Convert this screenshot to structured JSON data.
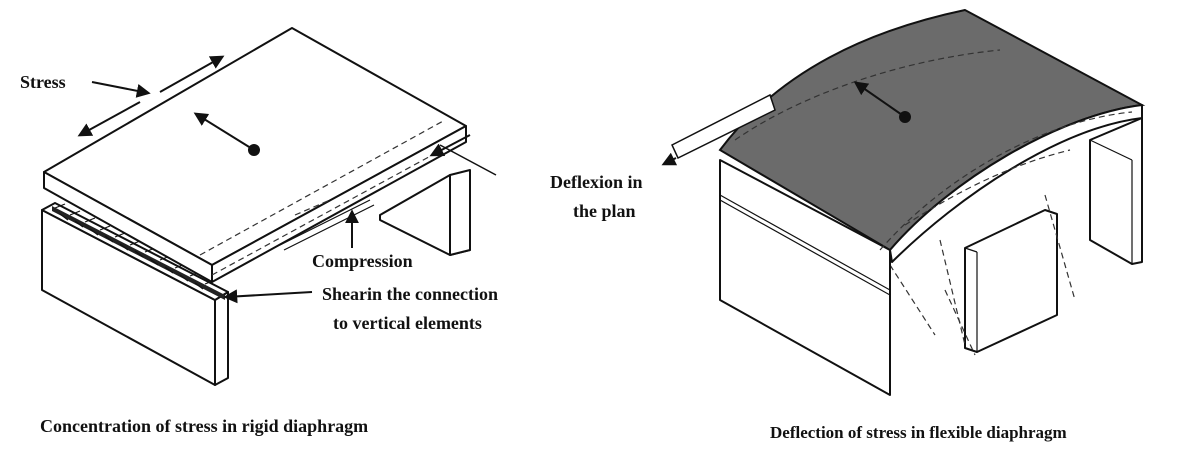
{
  "left_figure": {
    "labels": {
      "stress": "Stress",
      "compression": "Compression",
      "shear_line1": "Shearin the connection",
      "shear_line2": "to vertical elements"
    },
    "caption": "Concentration of stress in rigid diaphragm"
  },
  "right_figure": {
    "labels": {
      "deflexion_line1": "Deflexion in",
      "deflexion_line2": "the plan"
    },
    "caption": "Deflection of stress in flexible diaphragm"
  },
  "colors": {
    "ink": "#111111",
    "flexible_slab": "#6b6b6b",
    "background": "#ffffff"
  }
}
